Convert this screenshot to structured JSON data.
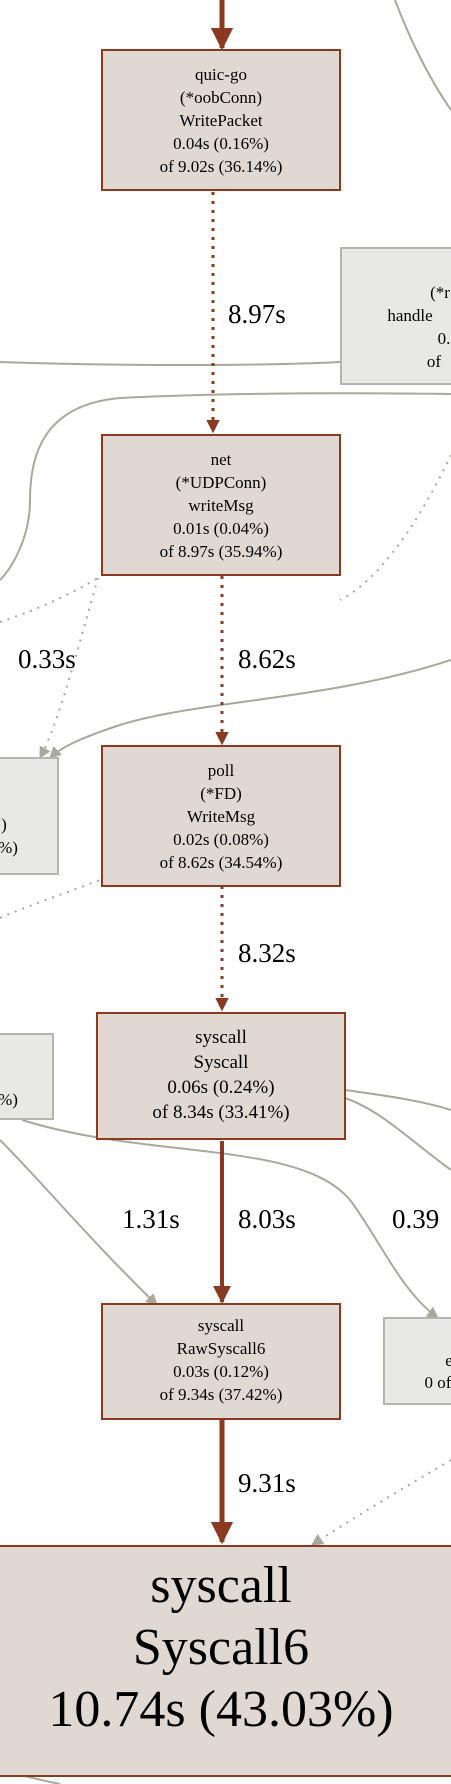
{
  "colors": {
    "hot_fill": "#e0d8d3",
    "hot_stroke": "#8b3a22",
    "cold_fill": "#e8e8e6",
    "cold_stroke": "#b5b5ad",
    "cold_edge": "#a8a89c"
  },
  "nodes": {
    "write_packet": [
      "quic-go",
      "(*oobConn)",
      "WritePacket",
      "0.04s (0.16%)",
      "of 9.02s (36.14%)"
    ],
    "udp_write_msg": [
      "net",
      "(*UDPConn)",
      "writeMsg",
      "0.01s (0.04%)",
      "of 8.97s (35.94%)"
    ],
    "fd_write_msg": [
      "poll",
      "(*FD)",
      "WriteMsg",
      "0.02s (0.08%)",
      "of 8.62s (34.54%)"
    ],
    "syscall": [
      "syscall",
      "Syscall",
      "0.06s (0.24%)",
      "of 8.34s (33.41%)"
    ],
    "raw_syscall6": [
      "syscall",
      "RawSyscall6",
      "0.03s (0.12%)",
      "of 9.34s (37.42%)"
    ],
    "syscall6": [
      "syscall",
      "Syscall6",
      "10.74s (43.03%)"
    ],
    "partial_right_top": [
      "(*r",
      "handle",
      "0.",
      "of"
    ],
    "partial_left_mid": [
      ")",
      "%)"
    ],
    "partial_left_low": [
      "%)"
    ],
    "partial_right_low": [
      "e",
      "0 of"
    ]
  },
  "edges": {
    "e_8_97": "8.97s",
    "e_8_62": "8.62s",
    "e_0_33": "0.33s",
    "e_8_32": "8.32s",
    "e_1_31": "1.31s",
    "e_8_03": "8.03s",
    "e_0_39": "0.39",
    "e_9_31": "9.31s"
  }
}
